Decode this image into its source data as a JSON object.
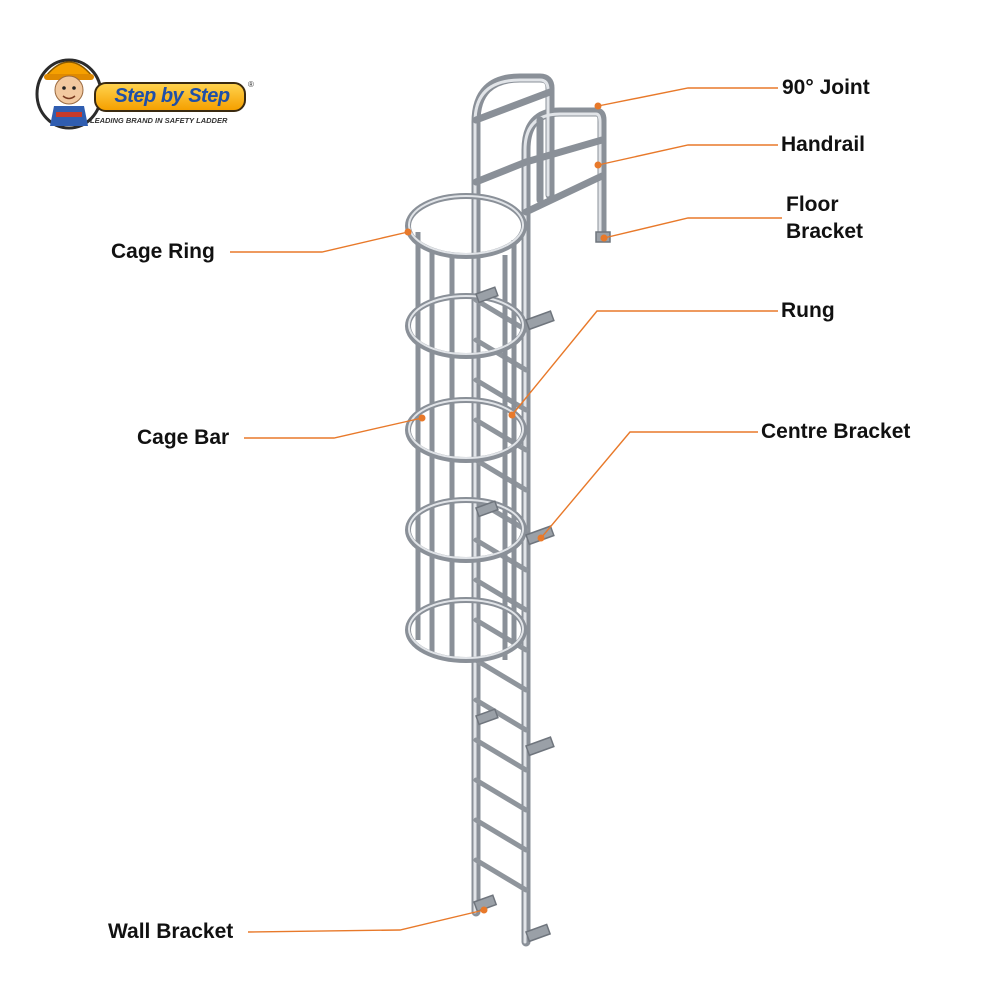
{
  "logo": {
    "brand": "Step by Step",
    "tagline": "LEADING BRAND IN SAFETY LADDER",
    "registered": "®"
  },
  "labels": {
    "joint": "90° Joint",
    "handrail": "Handrail",
    "floor_bracket_1": "Floor",
    "floor_bracket_2": "Bracket",
    "rung": "Rung",
    "centre_bracket": "Centre Bracket",
    "cage_ring": "Cage Ring",
    "cage_bar": "Cage Bar",
    "wall_bracket": "Wall Bracket"
  },
  "colors": {
    "leader_line": "#e8792a",
    "metal_light": "#c9cdd3",
    "metal_dark": "#7d838b",
    "brand_orange": "#f5a000",
    "brand_blue": "#1f4fa8"
  }
}
